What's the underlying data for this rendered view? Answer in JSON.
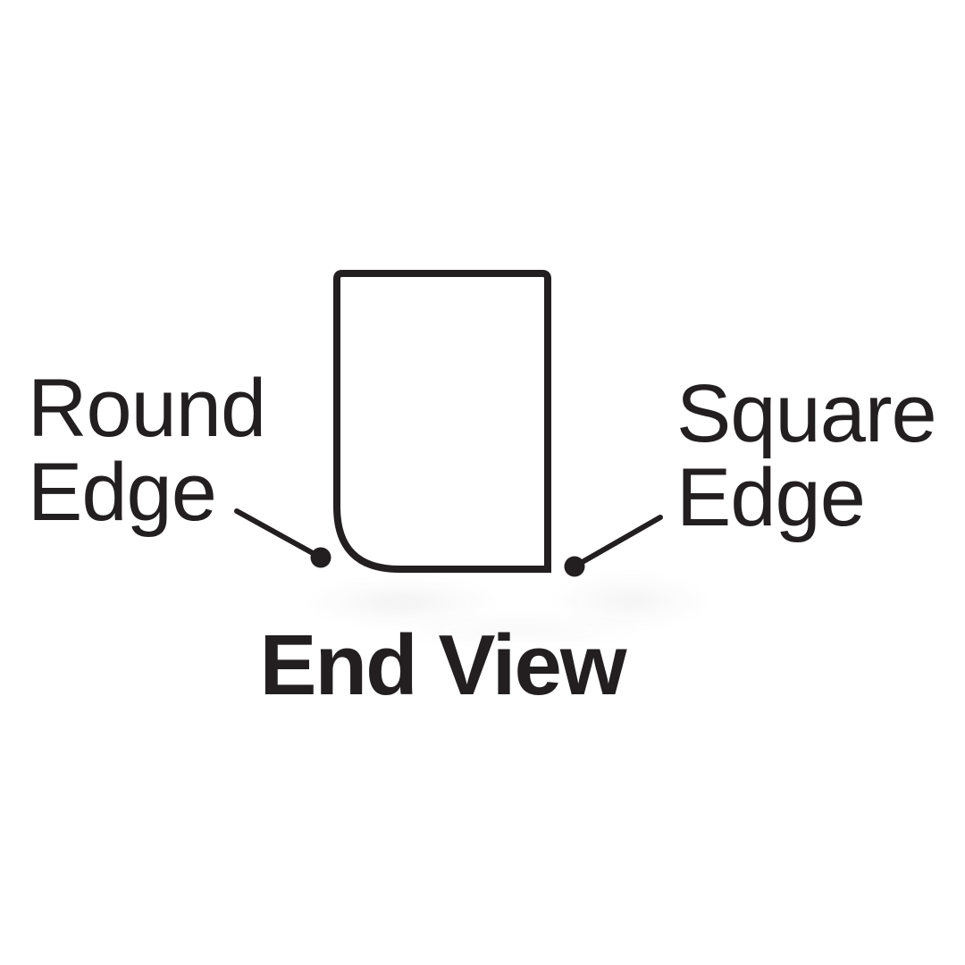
{
  "diagram": {
    "caption": "End View",
    "labels": {
      "round_edge": {
        "line1": "Round",
        "line2": "Edge"
      },
      "square_edge": {
        "line1": "Square",
        "line2": "Edge"
      }
    },
    "colors": {
      "ink": "#231f20",
      "background": "#ffffff"
    }
  }
}
